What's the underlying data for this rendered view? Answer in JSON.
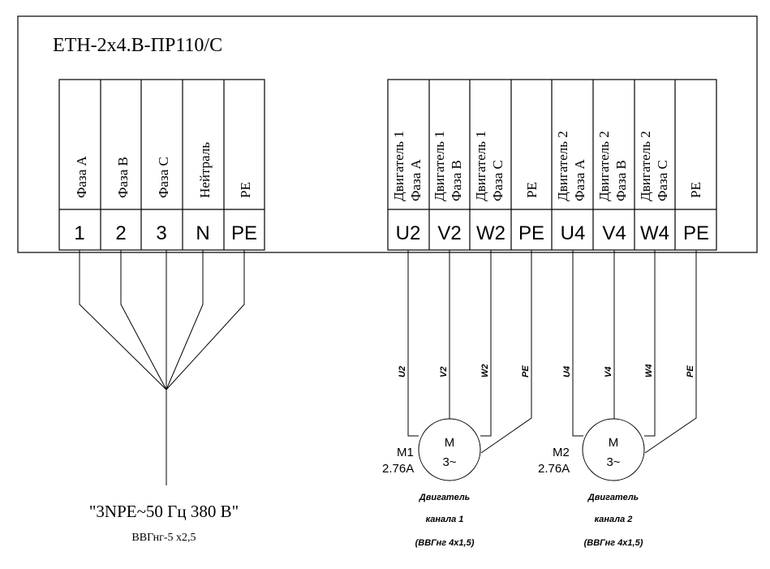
{
  "device": {
    "title": "ETH-2x4.B-ПР110/С"
  },
  "left_terminals": [
    {
      "label": "Фаза А",
      "code": "1"
    },
    {
      "label": "Фаза В",
      "code": "2"
    },
    {
      "label": "Фаза С",
      "code": "3"
    },
    {
      "label": "Нейтраль",
      "code": "N"
    },
    {
      "label": "PE",
      "code": "PE"
    }
  ],
  "right_terminals": [
    {
      "line1": "Двигатель 1",
      "line2": "Фаза А",
      "code": "U2"
    },
    {
      "line1": "Двигатель 1",
      "line2": "Фаза В",
      "code": "V2"
    },
    {
      "line1": "Двигатель 1",
      "line2": "Фаза С",
      "code": "W2"
    },
    {
      "line1": "PE",
      "line2": "",
      "code": "PE"
    },
    {
      "line1": "Двигатель 2",
      "line2": "Фаза А",
      "code": "U4"
    },
    {
      "line1": "Двигатель 2",
      "line2": "Фаза В",
      "code": "V4"
    },
    {
      "line1": "Двигатель 2",
      "line2": "Фаза С",
      "code": "W4"
    },
    {
      "line1": "PE",
      "line2": "",
      "code": "PE"
    }
  ],
  "supply": {
    "label": "\"3NPE~50 Гц 380 В\"",
    "cable": "ВВГнг-5 х2,5"
  },
  "motors": [
    {
      "wires": [
        "U2",
        "V2",
        "W2",
        "PE"
      ],
      "symbol": "M",
      "phase": "3~",
      "name": "M1",
      "current": "2.76A",
      "caption1": "Двигатель",
      "caption2": "канала 1",
      "cable": "(ВВГнг 4х1,5)"
    },
    {
      "wires": [
        "U4",
        "V4",
        "W4",
        "PE"
      ],
      "symbol": "M",
      "phase": "3~",
      "name": "M2",
      "current": "2.76A",
      "caption1": "Двигатель",
      "caption2": "канала 2",
      "cable": "(ВВГнг 4х1,5)"
    }
  ]
}
